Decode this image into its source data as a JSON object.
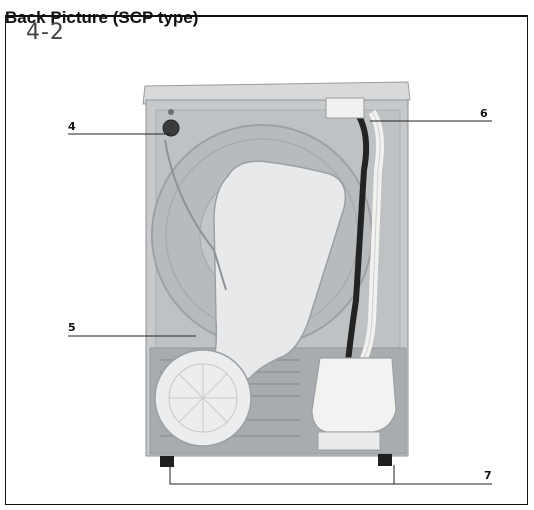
{
  "header": {
    "text": "Back Picture (SCP type)"
  },
  "figure": {
    "label": "4-2"
  },
  "callouts": {
    "c4": "4",
    "c5": "5",
    "c6": "6",
    "c7": "7"
  },
  "colors": {
    "cabinet": "#c9cbcd",
    "panel": "#b9bcbf",
    "duct": "#e7e8ea",
    "hose_white": "#f1f1ef",
    "hose_black": "#232323",
    "line": "#222222"
  }
}
